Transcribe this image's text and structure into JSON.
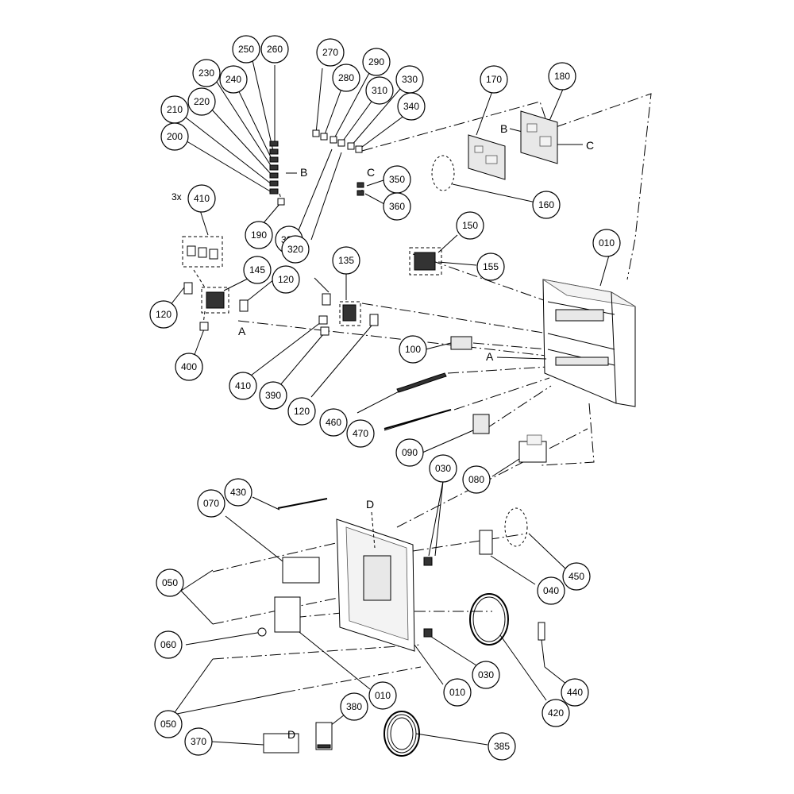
{
  "callouts": [
    {
      "id": "c250",
      "label": "250"
    },
    {
      "id": "c260",
      "label": "260"
    },
    {
      "id": "c230",
      "label": "230"
    },
    {
      "id": "c240",
      "label": "240"
    },
    {
      "id": "c210",
      "label": "210"
    },
    {
      "id": "c220",
      "label": "220"
    },
    {
      "id": "c200",
      "label": "200"
    },
    {
      "id": "c190",
      "label": "190"
    },
    {
      "id": "c270",
      "label": "270"
    },
    {
      "id": "c280",
      "label": "280"
    },
    {
      "id": "c290",
      "label": "290"
    },
    {
      "id": "c310",
      "label": "310"
    },
    {
      "id": "c330",
      "label": "330"
    },
    {
      "id": "c340",
      "label": "340"
    },
    {
      "id": "c300",
      "label": "300"
    },
    {
      "id": "c320",
      "label": "320"
    },
    {
      "id": "c350",
      "label": "350"
    },
    {
      "id": "c360",
      "label": "360"
    },
    {
      "id": "c170",
      "label": "170"
    },
    {
      "id": "c180",
      "label": "180"
    },
    {
      "id": "c160",
      "label": "160"
    },
    {
      "id": "c410a",
      "label": "410"
    },
    {
      "id": "c145",
      "label": "145"
    },
    {
      "id": "c120a",
      "label": "120"
    },
    {
      "id": "c120b",
      "label": "120"
    },
    {
      "id": "c400",
      "label": "400"
    },
    {
      "id": "c135",
      "label": "135"
    },
    {
      "id": "c150",
      "label": "150"
    },
    {
      "id": "c155",
      "label": "155"
    },
    {
      "id": "c010a",
      "label": "010"
    },
    {
      "id": "c410b",
      "label": "410"
    },
    {
      "id": "c390",
      "label": "390"
    },
    {
      "id": "c120c",
      "label": "120"
    },
    {
      "id": "c100",
      "label": "100"
    },
    {
      "id": "c460",
      "label": "460"
    },
    {
      "id": "c470",
      "label": "470"
    },
    {
      "id": "c090",
      "label": "090"
    },
    {
      "id": "c080",
      "label": "080"
    },
    {
      "id": "c030a",
      "label": "030"
    },
    {
      "id": "c430",
      "label": "430"
    },
    {
      "id": "c070",
      "label": "070"
    },
    {
      "id": "c050a",
      "label": "050"
    },
    {
      "id": "c060",
      "label": "060"
    },
    {
      "id": "c010b",
      "label": "010"
    },
    {
      "id": "c010c",
      "label": "010"
    },
    {
      "id": "c030b",
      "label": "030"
    },
    {
      "id": "c050b",
      "label": "050"
    },
    {
      "id": "c450",
      "label": "450"
    },
    {
      "id": "c040",
      "label": "040"
    },
    {
      "id": "c420",
      "label": "420"
    },
    {
      "id": "c440",
      "label": "440"
    },
    {
      "id": "c370",
      "label": "370"
    },
    {
      "id": "c380",
      "label": "380"
    },
    {
      "id": "c385",
      "label": "385"
    }
  ],
  "letters": {
    "B1": "B",
    "B2": "B",
    "C1": "C",
    "C2": "C",
    "A1": "A",
    "A2": "A",
    "D1": "D",
    "D2": "D",
    "qty": "3x"
  }
}
